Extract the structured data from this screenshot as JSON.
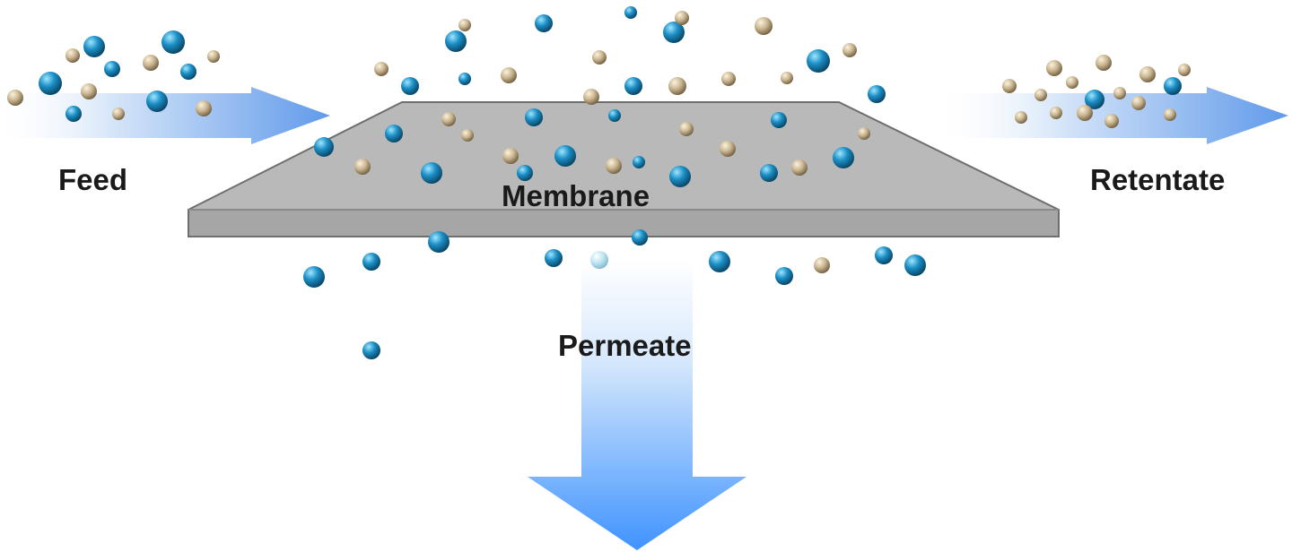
{
  "labels": {
    "feed": "Feed",
    "membrane": "Membrane",
    "retentate": "Retentate",
    "permeate": "Permeate"
  },
  "colors": {
    "membrane_top": "#b9b9b9",
    "membrane_edge": "#a3a3a3",
    "membrane_outline": "#6e6e6e",
    "arrow_light": "#eaf2fd",
    "arrow_dark": "#3f93ff",
    "blue_particle": "#1c8fc6",
    "tan_particle": "#c9b48f"
  },
  "particle_types": [
    "blue-particle-icon",
    "tan-particle-icon"
  ]
}
